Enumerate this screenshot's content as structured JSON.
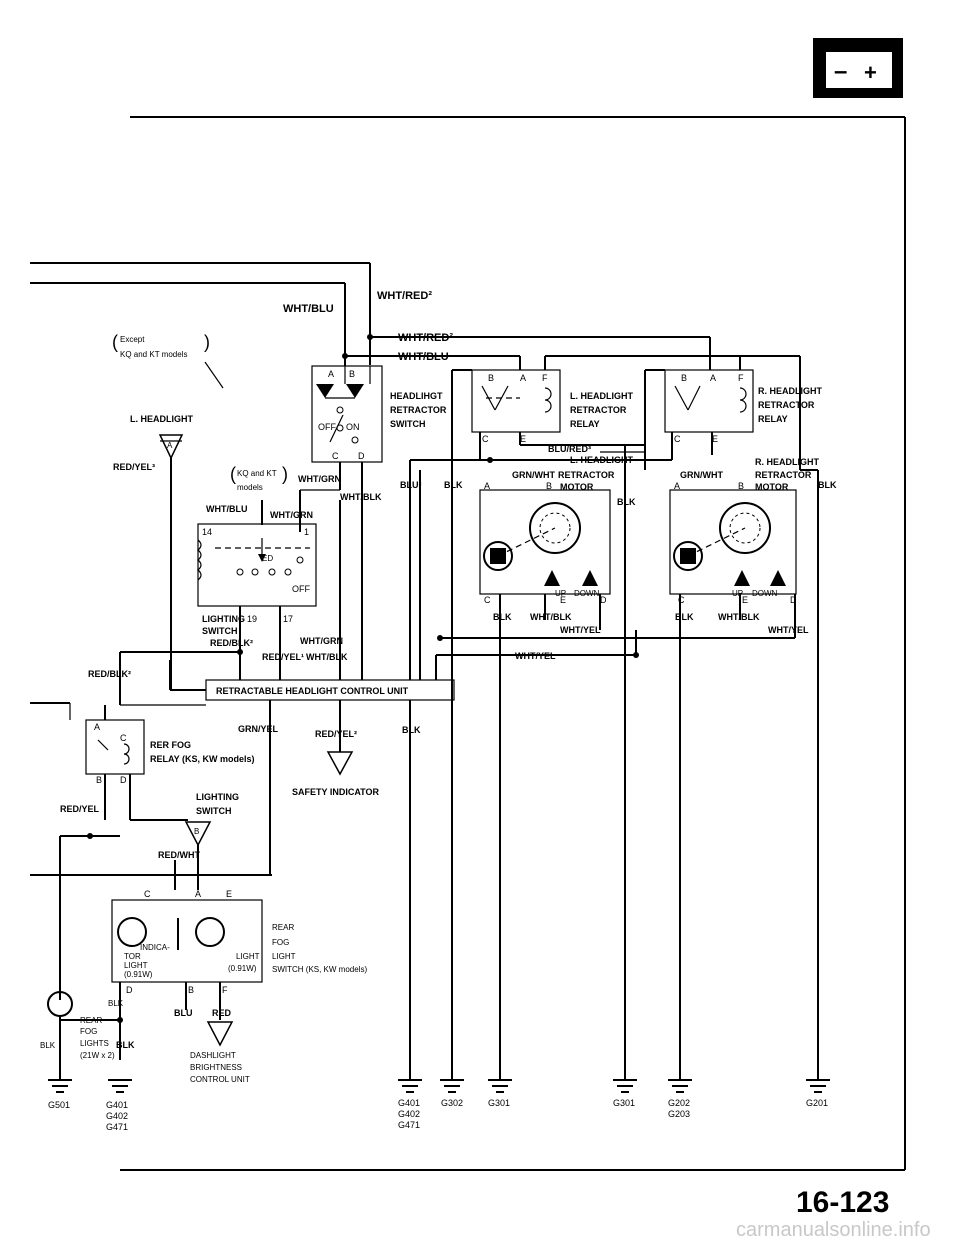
{
  "header": {
    "battery_icon": "battery-icon"
  },
  "page_number": "16-123",
  "watermark": "carmanualsonline.info",
  "wires": {
    "wht_red2_top": "WHT/RED²",
    "wht_blu_top": "WHT/BLU",
    "wht_red2_bus": "WHT/RED²",
    "wht_blu_bus": "WHT/BLU",
    "blu_red3": "BLU/RED³",
    "grn_wht_l": "GRN/WHT",
    "grn_wht_r": "GRN/WHT",
    "blk_l": "BLK",
    "blk_r_top": "BLK",
    "blk_mid": "BLK",
    "blu2": "BLU²",
    "blk_bus": "BLK",
    "red_yel3": "RED/YEL³",
    "wht_grn_a": "WHT/GRN",
    "wht_grn_b": "WHT/GRN",
    "wht_grn_c": "WHT/GRN",
    "wht_blu_sw": "WHT/BLU",
    "wht_blk_a": "WHT/BLK",
    "wht_blk_b": "WHT/BLK",
    "red_blk2_a": "RED/BLK²",
    "red_blk2_b": "RED/BLK²",
    "red_yel1": "RED/YEL¹",
    "blk_lm": "BLK",
    "wht_blk_lm": "WHT/BLK",
    "wht_yel_lm": "WHT/YEL",
    "wht_yel_bus": "WHT/YEL",
    "blk_rm": "BLK",
    "wht_blk_rm": "WHT/BLK",
    "wht_yel_rm": "WHT/YEL",
    "grn_yel": "GRN/YEL",
    "red_yel2": "RED/YEL²",
    "blk_cu": "BLK",
    "red_yel_fog": "RED/YEL",
    "red_wht": "RED/WHT",
    "blk_sw": "BLK",
    "blu_sw": "BLU",
    "red_sw": "RED",
    "blk_rf": "BLK",
    "blk_g": "BLK"
  },
  "components": {
    "note_except": "Except",
    "note_models": "KQ and KT models",
    "kq_kt": "KQ and KT",
    "kq_kt_models": "models",
    "hl_left_title": "L. HEADLIGHT",
    "hl_switch_1": "HEADLIHGT",
    "hl_switch_2": "RETRACTOR",
    "hl_switch_3": "SWITCH",
    "off": "OFF",
    "on": "ON",
    "lrelay_1": "L. HEADLIGHT",
    "lrelay_2": "RETRACTOR",
    "lrelay_3": "RELAY",
    "rrelay_1": "R. HEADLIGHT",
    "rrelay_2": "RETRACTOR",
    "rrelay_3": "RELAY",
    "lmotor_1": "L. HEADLIGHT",
    "lmotor_2": "RETRACTOR",
    "lmotor_3": "MOTOR",
    "rmotor_1": "R. HEADLIGHT",
    "rmotor_2": "RETRACTOR",
    "rmotor_3": "MOTOR",
    "up": "UP",
    "down": "DOWN",
    "lighting_sw_1": "LIGHTING",
    "lighting_sw_2": "SWITCH",
    "lighting_sw2_1": "LIGHTING",
    "lighting_sw2_2": "SWITCH",
    "pin14": "14",
    "pin1": "1",
    "pin19": "19",
    "pin17": "17",
    "sw_off": "OFF",
    "control_unit": "RETRACTABLE HEADLIGHT CONTROL UNIT",
    "fog_relay_1": "RER FOG",
    "fog_relay_2": "RELAY (KS, KW models)",
    "safety": "SAFETY INDICATOR",
    "ind_1": "INDICA-",
    "ind_2": "TOR",
    "ind_3": "LIGHT",
    "ind_4": "(0.91W)",
    "light_1": "LIGHT",
    "light_2": "(0.91W)",
    "rfs_1": "REAR",
    "rfs_2": "FOG",
    "rfs_3": "LIGHT",
    "rfs_4": "SWITCH (KS, KW models)",
    "rfl_1": "REAR",
    "rfl_2": "FOG",
    "rfl_3": "LIGHTS",
    "rfl_4": "(21W x 2)",
    "dash_1": "DASHLIGHT",
    "dash_2": "BRIGHTNESS",
    "dash_3": "CONTROL UNIT"
  },
  "grounds": {
    "g501": "G501",
    "g401a": "G401",
    "g402a": "G402",
    "g471a": "G471",
    "g401b": "G401",
    "g402b": "G402",
    "g471b": "G471",
    "g302": "G302",
    "g301a": "G301",
    "g301b": "G301",
    "g202": "G202",
    "g203": "G203",
    "g201": "G201"
  }
}
